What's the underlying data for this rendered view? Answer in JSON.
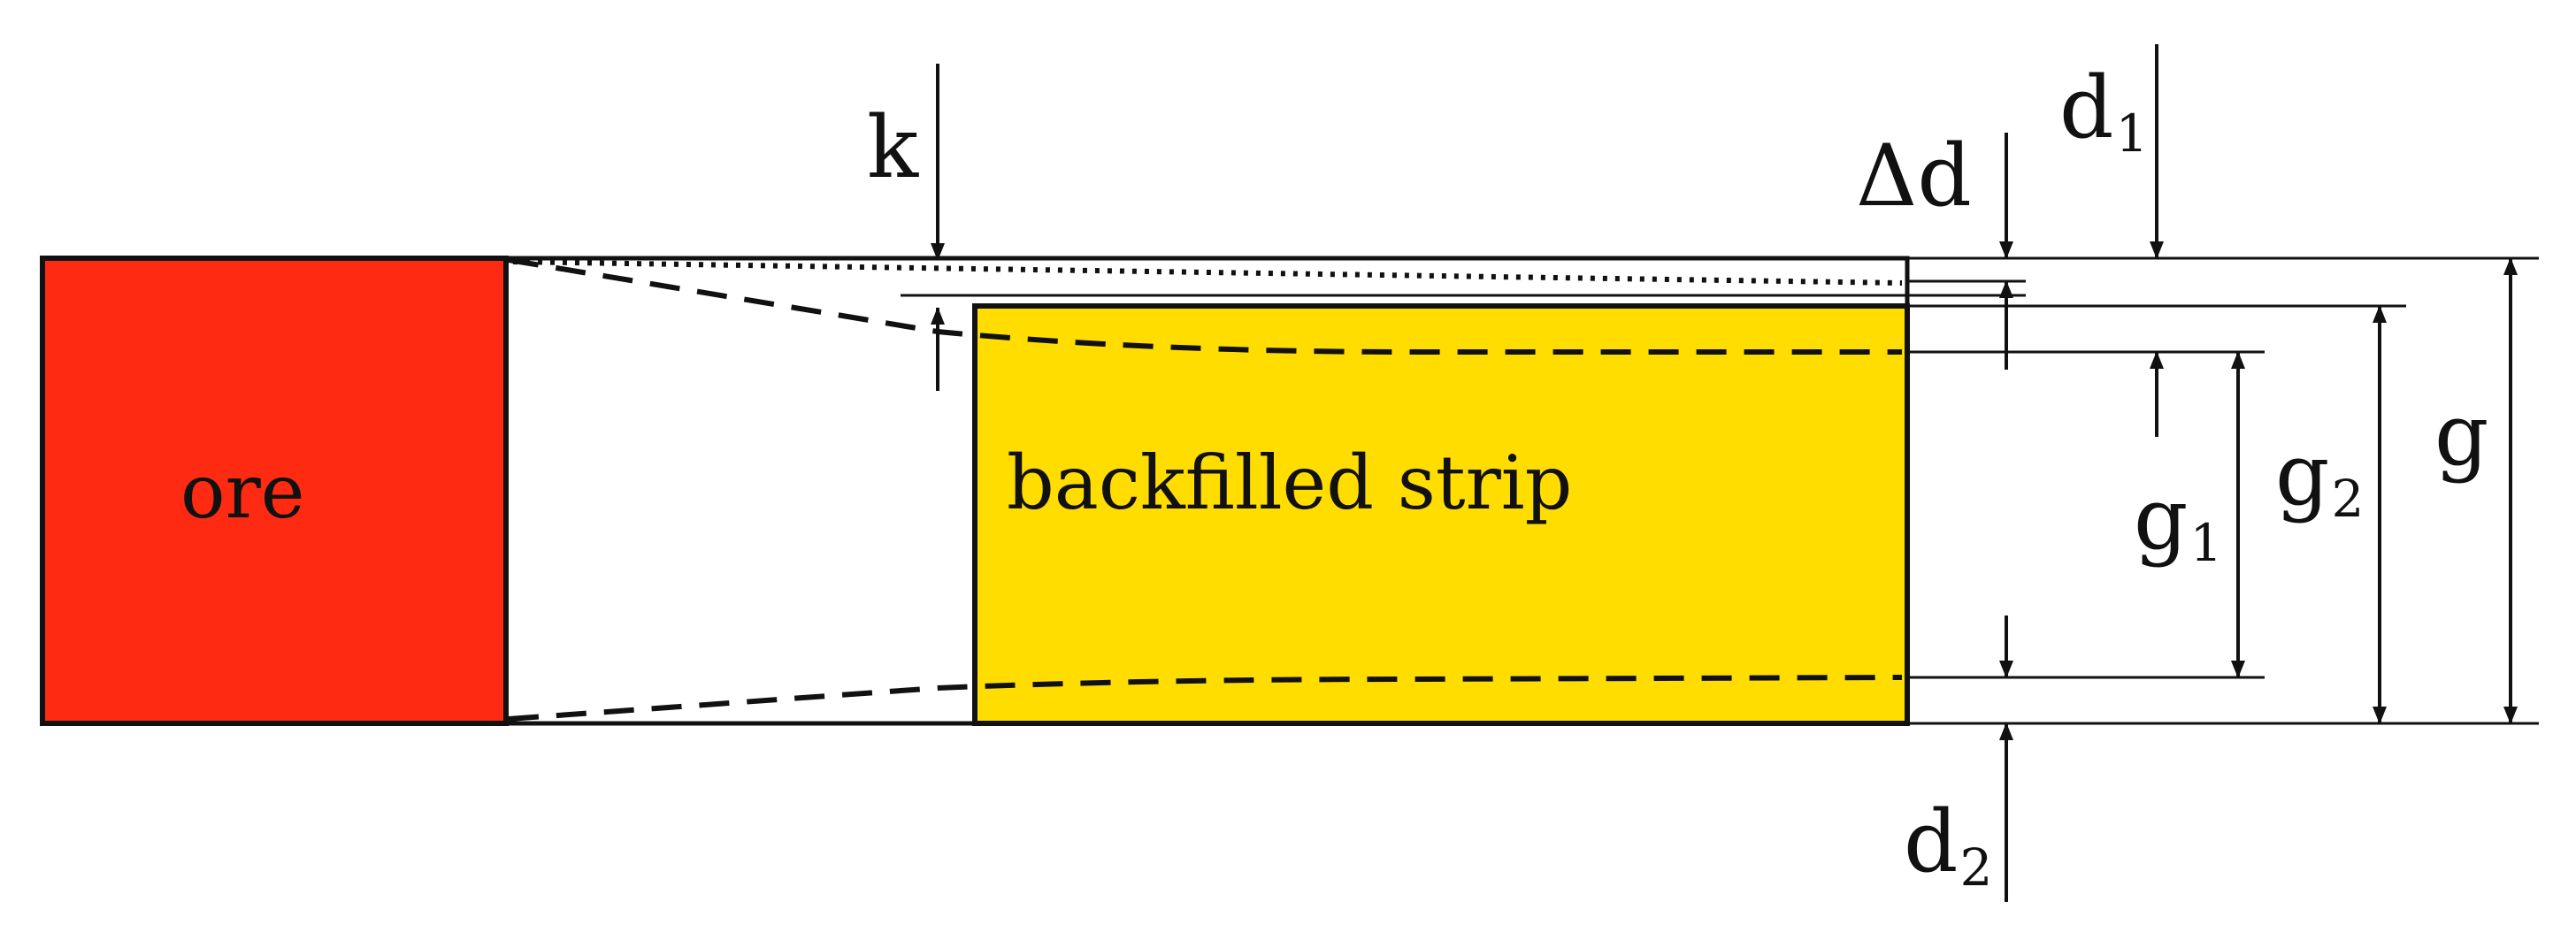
{
  "labels": {
    "ore": "ore",
    "strip": "backfilled strip",
    "k": "k",
    "delta_d": "Δd",
    "d1_base": "d",
    "d1_sub": "1",
    "d2_base": "d",
    "d2_sub": "2",
    "g1_base": "g",
    "g1_sub": "1",
    "g2_base": "g",
    "g2_sub": "2",
    "g": "g"
  },
  "colors": {
    "ore": "#ff2a12",
    "strip": "#ffdd00",
    "line": "#111111",
    "background": "#ffffff"
  }
}
